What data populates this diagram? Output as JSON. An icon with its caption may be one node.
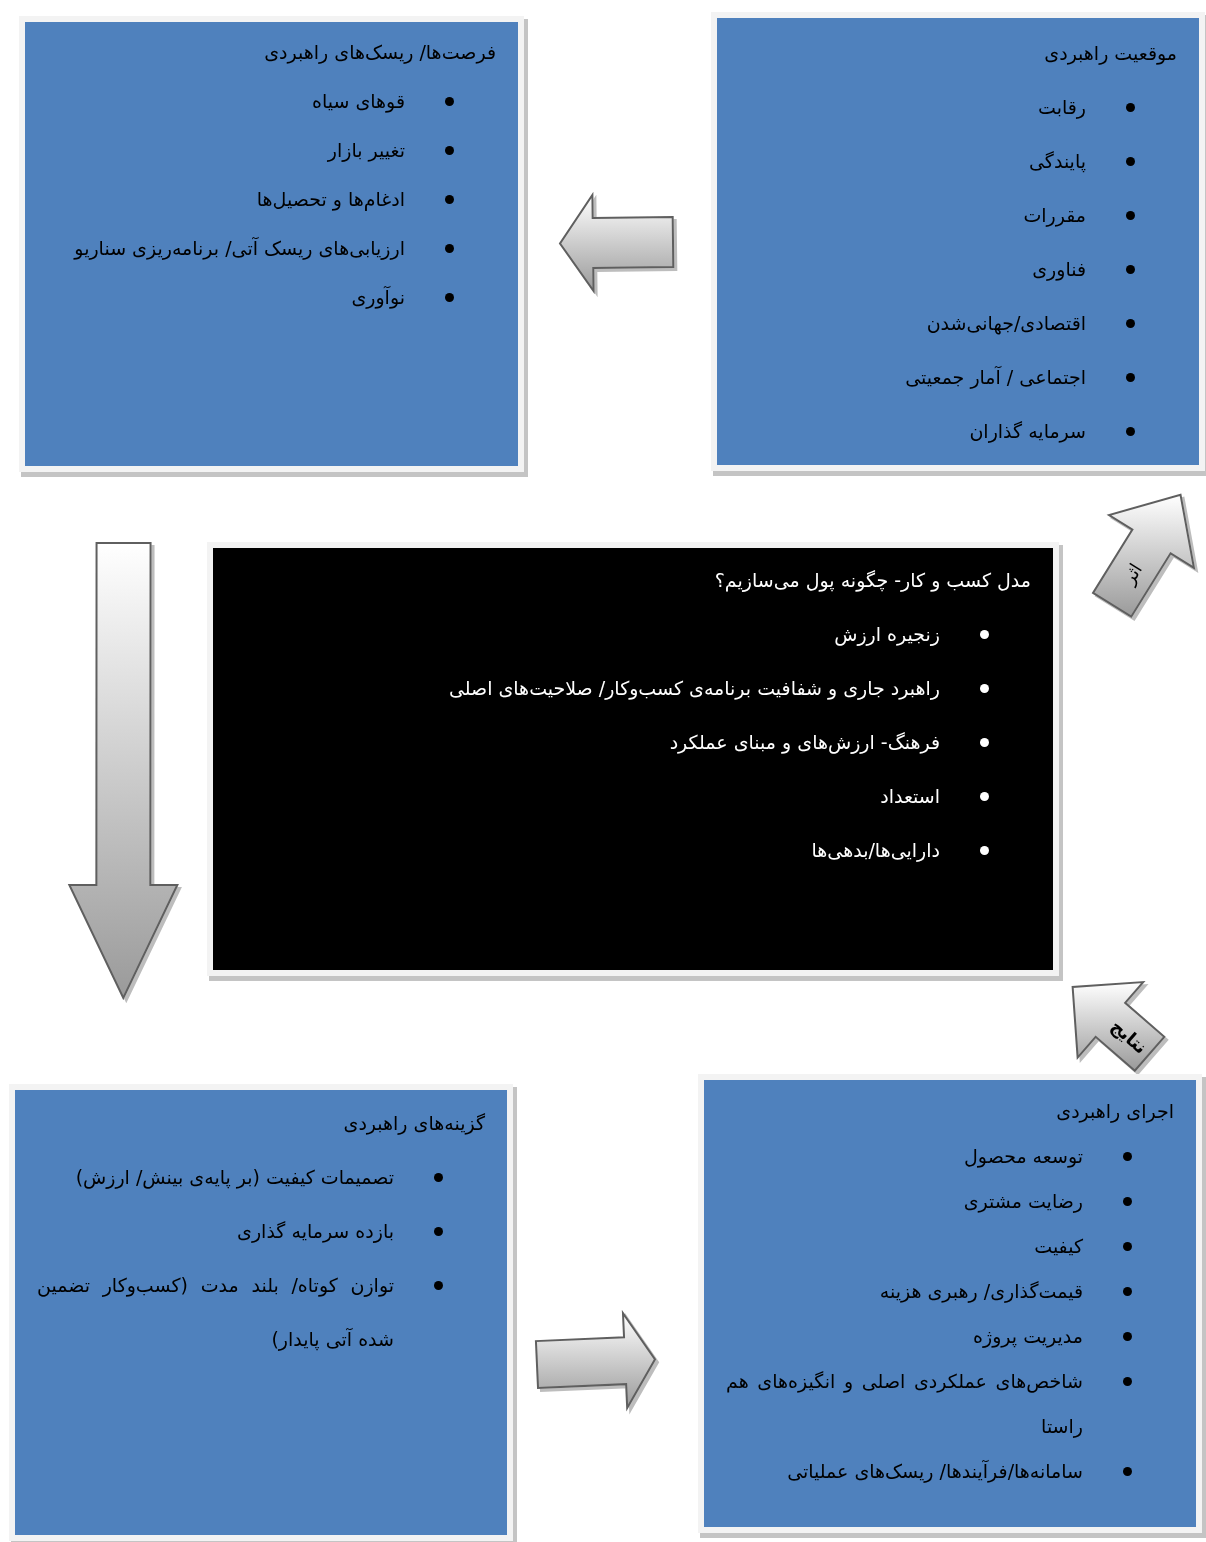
{
  "diagram": {
    "nodes": [
      {
        "text": [
          "موقعیت راهبردی",
          "رقابت",
          "پایندگی",
          "مقررات",
          "فناوری",
          "اقتصادی/جهانی‌شدن",
          "اجتماعی / آمار جمعیتی",
          "سرمایه گذاران"
        ]
      },
      {
        "text": [
          "فرصت‌ها/ ریسک‌های راهبردی",
          "قوهای سیاه",
          "تغییر بازار",
          "ادغام‌ها و تحصیل‌ها",
          "ارزیابی‌های ریسک آتی/ برنامه‌ریزی سناریو",
          "نوآوری"
        ]
      },
      {
        "text": [
          "مدل کسب و کار- چگونه پول می‌سازیم؟",
          "زنجیره ارزش",
          "راهبرد جاری و شفافیت برنامه‌ی کسب‌وکار/ صلاحیت‌های اصلی",
          "فرهنگ- ارزش‌های و مبنای عملکرد",
          "استعداد",
          "دارایی‌ها/بدهی‌ها"
        ]
      },
      {
        "text": [
          "گزینه‌های راهبردی",
          "تصمیمات کیفیت (بر پایه‌ی بینش/ ارزش)",
          "بازده سرمایه گذاری",
          "توازن کوتاه/ بلند مدت (کسب‌وکار تضمین شده آتی پایدار)"
        ]
      },
      {
        "text": [
          "اجرای راهبردی",
          "توسعه محصول",
          "رضایت مشتری",
          "کیفیت",
          "قیمت‌گذاری/ رهبری هزینه",
          "مدیریت پروژه",
          "شاخص‌های عملکردی اصلی و انگیزه‌های هم راستا",
          "سامانه‌ها/فرآیندها/ ریسک‌های عملیاتی"
        ]
      }
    ],
    "edges": [
      {
        "from": 0,
        "to": 1,
        "arrow": "to"
      },
      {
        "from": 1,
        "to": 3,
        "arrow": "to"
      },
      {
        "from": 3,
        "to": 4,
        "arrow": "to"
      },
      {
        "from": 4,
        "to": 2,
        "arrow": "to",
        "label": "نتایج"
      },
      {
        "from": 2,
        "to": 0,
        "arrow": "to",
        "label": "اثر"
      }
    ]
  }
}
